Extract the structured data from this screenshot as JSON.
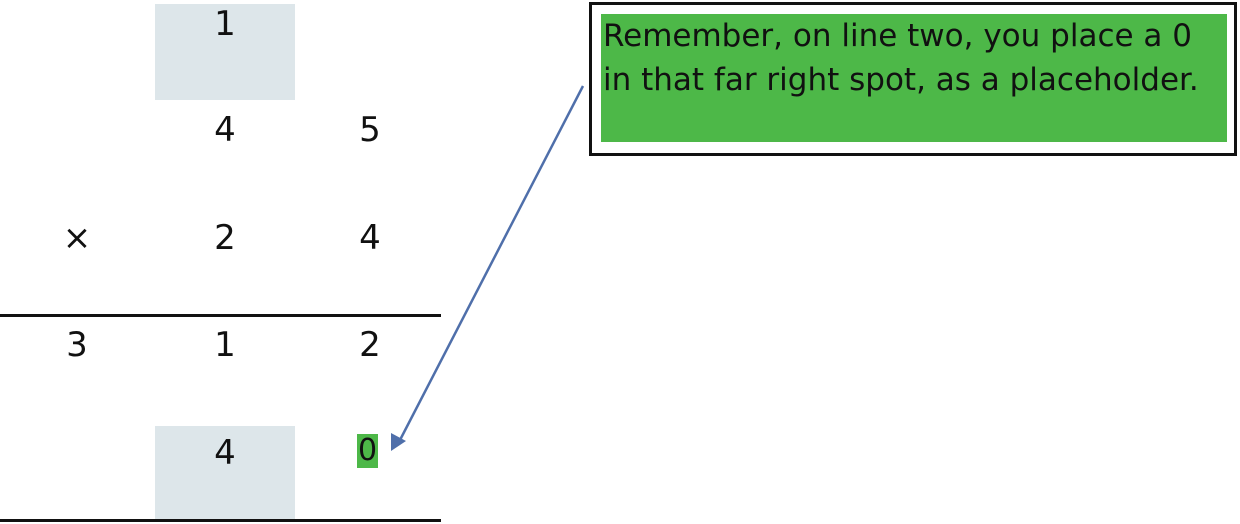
{
  "problem": {
    "carry_top": "1",
    "multiplicand": [
      "4",
      "5"
    ],
    "operator": "×",
    "multiplier": [
      "2",
      "4"
    ],
    "partial_product_1": [
      "3",
      "1",
      "2"
    ],
    "partial_product_2": [
      "4",
      "0"
    ]
  },
  "callout": {
    "text": "Remember, on line two, you place a 0 in that far right spot, as a placeholder."
  },
  "colors": {
    "highlight_green": "#4db848",
    "cell_shade": "#dde6ea",
    "arrow_blue": "#4f6faa"
  }
}
